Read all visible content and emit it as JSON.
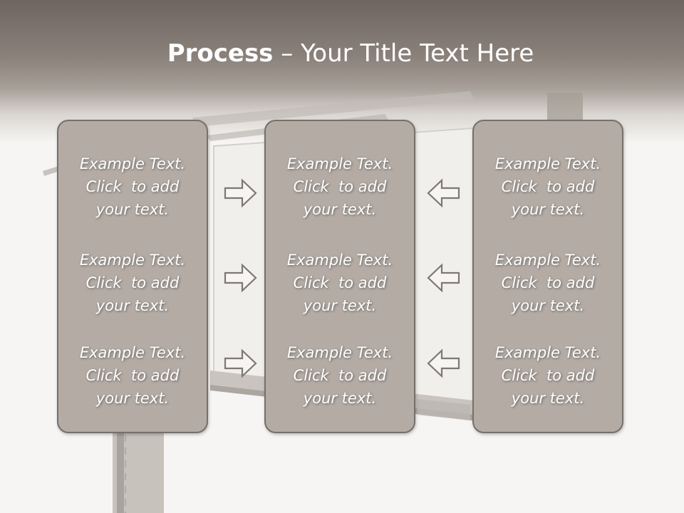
{
  "slide": {
    "title_bold": "Process",
    "title_rest": " – Your Title Text Here"
  },
  "columns": [
    {
      "blocks": [
        {
          "line1": "Example Text.",
          "line2": "Click  to add",
          "line3": "your text."
        },
        {
          "line1": "Example Text.",
          "line2": "Click  to add",
          "line3": "your text."
        },
        {
          "line1": "Example Text.",
          "line2": "Click  to add",
          "line3": "your text."
        }
      ]
    },
    {
      "blocks": [
        {
          "line1": "Example Text.",
          "line2": "Click  to add",
          "line3": "your text."
        },
        {
          "line1": "Example Text.",
          "line2": "Click  to add",
          "line3": "your text."
        },
        {
          "line1": "Example Text.",
          "line2": "Click  to add",
          "line3": "your text."
        }
      ]
    },
    {
      "blocks": [
        {
          "line1": "Example Text.",
          "line2": "Click  to add",
          "line3": "your text."
        },
        {
          "line1": "Example Text.",
          "line2": "Click  to add",
          "line3": "your text."
        },
        {
          "line1": "Example Text.",
          "line2": "Click  to add",
          "line3": "your text."
        }
      ]
    }
  ],
  "arrows": {
    "left_group_direction": "right",
    "right_group_direction": "left",
    "icon": "outline-arrow-icon"
  },
  "colors": {
    "header_top": "#6e6560",
    "header_mid": "#a79f98",
    "background": "#f6f5f3",
    "box_fill": "#b3aba4",
    "box_border": "#75706b",
    "text": "#ffffff",
    "arrow_stroke": "#7d7874"
  }
}
